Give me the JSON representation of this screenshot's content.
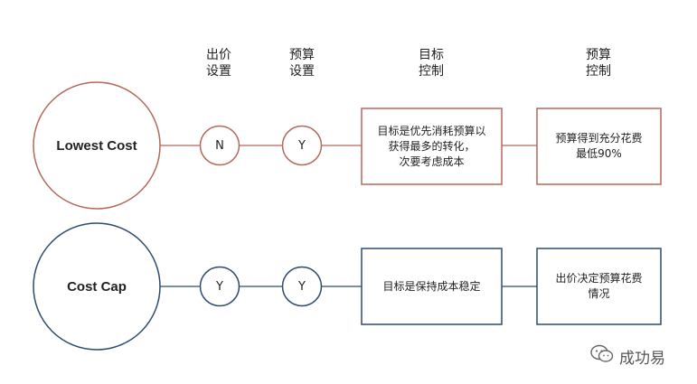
{
  "headers": {
    "bid_setting": "出价\n设置",
    "budget_setting": "预算\n设置",
    "target_control": "目标\n控制",
    "budget_control": "预算\n控制"
  },
  "rows": [
    {
      "strategy": "Lowest Cost",
      "bid": "N",
      "budget": "Y",
      "target": "目标是优先消耗预算以\n获得最多的转化，\n次要考虑成本",
      "budget_control": "预算得到充分花费\n最低90%",
      "color": "#b5675b"
    },
    {
      "strategy": "Cost Cap",
      "bid": "Y",
      "budget": "Y",
      "target": "目标是保持成本稳定",
      "budget_control": "出价决定预算花费\n情况",
      "color": "#2e4a6e"
    }
  ],
  "watermark": {
    "text": "成功易",
    "icon": "wechat-icon"
  }
}
